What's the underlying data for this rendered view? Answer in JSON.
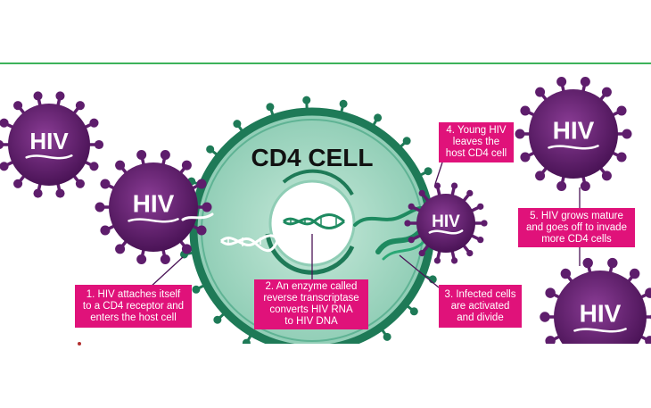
{
  "diagram": {
    "cell_title": "CD4 CELL",
    "virus_label": "HIV",
    "steps": [
      {
        "text": "1. HIV attaches itself\nto a CD4 receptor and\nenters the host cell"
      },
      {
        "text": "2. An enzyme called\nreverse transcriptase\nconverts HIV RNA\nto HIV DNA"
      },
      {
        "text": "3. Infected cells\nare activated\nand divide"
      },
      {
        "text": "4. Young HIV\nleaves the\nhost CD4 cell"
      },
      {
        "text": "5. HIV grows mature\nand goes off to invade\nmore CD4 cells"
      }
    ]
  },
  "colors": {
    "label_box": "#e0127a",
    "cell_fill": "#a7d9c5",
    "cell_border": "#1e7a57",
    "virus": "#5e1d6c",
    "divider": "#3db35a"
  }
}
